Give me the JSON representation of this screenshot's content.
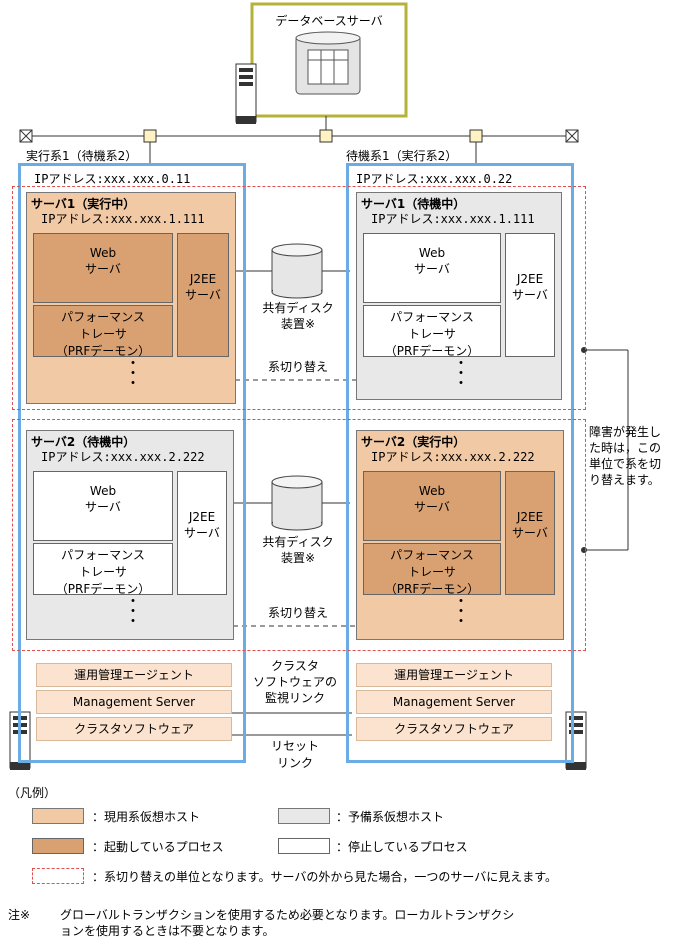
{
  "database_server": {
    "label": "データベースサーバ"
  },
  "active_side": {
    "label": "実行系1（待機系2）",
    "ip": "IPアドレス:xxx.xxx.0.11"
  },
  "standby_side": {
    "label": "待機系1（実行系2）",
    "ip": "IPアドレス:xxx.xxx.0.22"
  },
  "unit1": {
    "left": {
      "title": "サーバ1（実行中）",
      "ip": "IPアドレス:xxx.xxx.1.111"
    },
    "right": {
      "title": "サーバ1（待機中）",
      "ip": "IPアドレス:xxx.xxx.1.111"
    },
    "switch_label": "系切り替え"
  },
  "unit2": {
    "left": {
      "title": "サーバ2（待機中）",
      "ip": "IPアドレス:xxx.xxx.2.222"
    },
    "right": {
      "title": "サーバ2（実行中）",
      "ip": "IPアドレス:xxx.xxx.2.222"
    },
    "switch_label": "系切り替え"
  },
  "process": {
    "web_line1": "Web",
    "web_line2": "サーバ",
    "j2ee_line1": "J2EE",
    "j2ee_line2": "サーバ",
    "prf_line1": "パフォーマンス",
    "prf_line2": "トレーサ",
    "prf_line3": "（PRFデーモン）",
    "dots": "・"
  },
  "shared_disk": {
    "line1": "共有ディスク",
    "line2": "装置※"
  },
  "failure_note": {
    "line1": "障害が発生し",
    "line2": "た時は，この",
    "line3": "単位で系を切",
    "line4": "り替えます。"
  },
  "agents": {
    "ops_agent": "運用管理エージェント",
    "management_server": "Management Server",
    "cluster_software": "クラスタソフトウェア"
  },
  "links": {
    "monitor_line1": "クラスタ",
    "monitor_line2": "ソフトウェアの",
    "monitor_line3": "監視リンク",
    "reset_line1": "リセット",
    "reset_line2": "リンク"
  },
  "legend": {
    "title": "（凡例）",
    "active_host": "：現用系仮想ホスト",
    "standby_host": "：予備系仮想ホスト",
    "running_process": "：起動しているプロセス",
    "stopped_process": "：停止しているプロセス",
    "switch_unit": "：系切り替えの単位となります。サーバの外から見た場合，一つのサーバに見えます。"
  },
  "footnote": {
    "mark": "注※",
    "line1": "グローバルトランザクションを使用するため必要となります。ローカルトランザクシ",
    "line2": "ョンを使用するときは不要となります。"
  },
  "colors": {
    "cluster_border": "#6cace4",
    "db_border": "#b5b23a",
    "active_host": "#f2c9a5",
    "running_process": "#d9a172",
    "standby_host": "#e8e8e8",
    "switch_unit": "#e05050"
  }
}
